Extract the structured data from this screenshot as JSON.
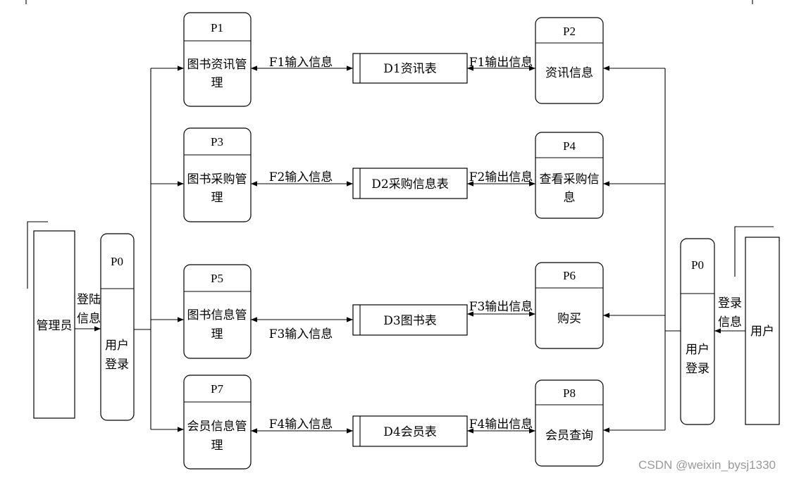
{
  "actors": {
    "admin": "管理员",
    "user": "用户"
  },
  "login_flows": {
    "admin": [
      "登陆",
      "信息"
    ],
    "user": [
      "登录",
      "信息"
    ]
  },
  "processes": {
    "p0_admin": {
      "id": "P0",
      "lines": [
        "用户",
        "登录"
      ]
    },
    "p0_user": {
      "id": "P0",
      "lines": [
        "用户",
        "登录"
      ]
    },
    "p1": {
      "id": "P1",
      "lines": [
        "图书资讯管",
        "理"
      ]
    },
    "p2": {
      "id": "P2",
      "lines": [
        "资讯信息"
      ]
    },
    "p3": {
      "id": "P3",
      "lines": [
        "图书采购管",
        "理"
      ]
    },
    "p4": {
      "id": "P4",
      "lines": [
        "查看采购信",
        "息"
      ]
    },
    "p5": {
      "id": "P5",
      "lines": [
        "图书信息管",
        "理"
      ]
    },
    "p6": {
      "id": "P6",
      "lines": [
        "购买"
      ]
    },
    "p7": {
      "id": "P7",
      "lines": [
        "会员信息管",
        "理"
      ]
    },
    "p8": {
      "id": "P8",
      "lines": [
        "会员查询"
      ]
    }
  },
  "stores": {
    "d1": "D1资讯表",
    "d2": "D2采购信息表",
    "d3": "D3图书表",
    "d4": "D4会员表"
  },
  "flows": {
    "f1_in": "F1输入信息",
    "f1_out": "F1输出信息",
    "f2_in": "F2输入信息",
    "f2_out": "F2输出信息",
    "f3_in": "F3输入信息",
    "f3_out": "F3输出信息",
    "f4_in": "F4输入信息",
    "f4_out": "F4输出信息"
  },
  "watermark": "CSDN @weixin_bysj1330"
}
